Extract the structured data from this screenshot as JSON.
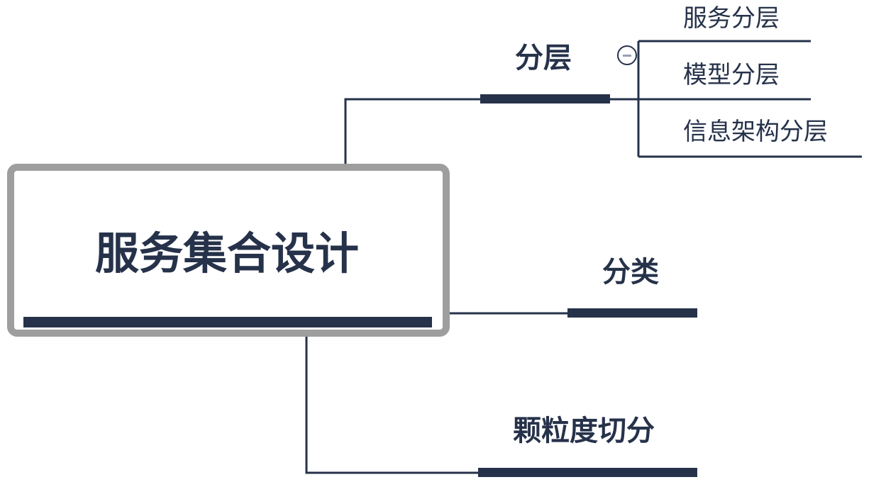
{
  "mindmap": {
    "root": {
      "title": "服务集合设计"
    },
    "branches": [
      {
        "label": "分层",
        "collapsed": false,
        "children": [
          "服务分层",
          "模型分层",
          "信息架构分层"
        ]
      },
      {
        "label": "分类"
      },
      {
        "label": "颗粒度切分"
      }
    ],
    "colors": {
      "line": "#26324a",
      "text": "#26324a",
      "root_border": "#9e9e9e",
      "toggle_fill": "#9aa0b4"
    },
    "icons": {
      "collapse": "minus-circle-icon"
    }
  }
}
